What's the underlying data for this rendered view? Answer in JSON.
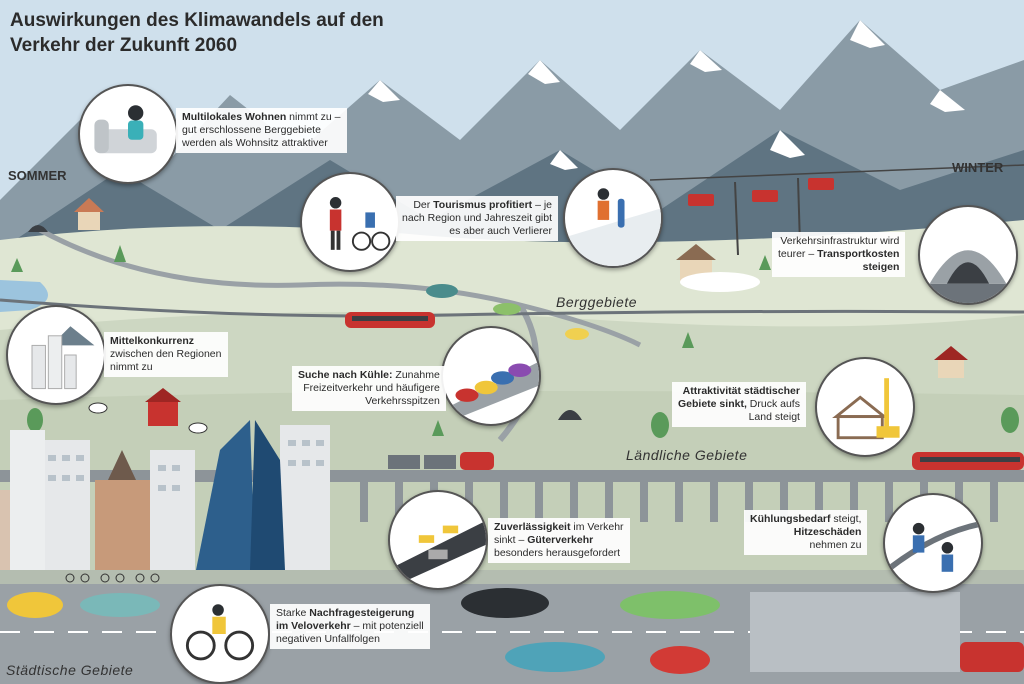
{
  "title": {
    "line1": "Auswirkungen des Klimawandels auf den",
    "line2": "Verkehr der Zukunft 2060"
  },
  "seasons": {
    "left": "SOMMER",
    "right": "WINTER"
  },
  "regions": {
    "mountain": "Berggebiete",
    "rural": "Ländliche Gebiete",
    "urban": "Städtische Gebiete"
  },
  "callouts": {
    "wohnen": {
      "bold": "Multilokales Wohnen",
      "rest1": " nimmt zu –",
      "line2": "gut erschlossene Berggebiete",
      "line3": "werden als Wohnsitz attraktiver"
    },
    "tourismus": {
      "pre": "Der ",
      "bold": "Tourismus profitiert",
      "rest1": " – je",
      "line2": "nach Region und Jahreszeit gibt",
      "line3": "es aber auch Verlierer"
    },
    "infrastruktur": {
      "line1": "Verkehrsinfrastruktur wird",
      "pre2": "teurer – ",
      "bold1": "Transportkosten",
      "bold2": "steigen"
    },
    "konkurrenz": {
      "bold": "Mittelkonkurrenz",
      "line2": "zwischen den Regionen",
      "line3": "nimmt zu"
    },
    "kuehle": {
      "bold": "Suche nach Kühle:",
      "rest1": " Zunahme",
      "line2": "Freizeitverkehr und häufigere",
      "line3": "Verkehrsspitzen"
    },
    "attraktivitaet": {
      "bold1": "Attraktivität städtischer",
      "bold2": "Gebiete sinkt,",
      "rest2": " Druck aufs",
      "line3": "Land steigt"
    },
    "zuverlaessigkeit": {
      "bold1": "Zuverlässigkeit",
      "rest1": " im Verkehr",
      "pre2": "sinkt – ",
      "bold2": "Güterverkehr",
      "line3": "besonders herausgefordert"
    },
    "kuehlung": {
      "bold1": "Kühlungsbedarf",
      "rest1": " steigt,",
      "bold2": "Hitzeschäden",
      "line3": "nehmen zu"
    },
    "velo": {
      "pre1": "Starke ",
      "bold1": "Nachfragesteigerung",
      "bold2": "im Veloverkehr",
      "rest2": " – mit potenziell",
      "line3": "negativen Unfallfolgen"
    }
  },
  "colors": {
    "sky": "#cfe0ec",
    "mountain_dark": "#5f7482",
    "mountain_mid": "#8a9ba6",
    "snow": "#ffffff",
    "meadow": "#dfe6d3",
    "meadow_dark": "#c9d4bd",
    "rail_red": "#c8332f",
    "city_blue": "#2d5f8c",
    "road": "#9aa1a6"
  },
  "icons": [
    "sofa-person-icon",
    "hikers-icon",
    "skier-icon",
    "tunnel-icon",
    "skyscrapers-icon",
    "traffic-jam-icon",
    "crane-icon",
    "roadwork-icon",
    "rail-repair-icon",
    "cyclist-icon"
  ]
}
